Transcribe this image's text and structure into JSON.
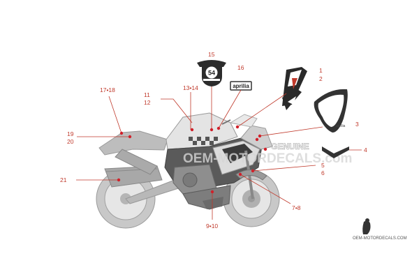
{
  "callouts": [
    {
      "id": "c1",
      "text": "1"
    },
    {
      "id": "c2",
      "text": "2"
    },
    {
      "id": "c3",
      "text": "3"
    },
    {
      "id": "c4",
      "text": "4"
    },
    {
      "id": "c5",
      "text": "5"
    },
    {
      "id": "c6",
      "text": "6"
    },
    {
      "id": "c78",
      "text": "7•8"
    },
    {
      "id": "c910",
      "text": "9•10"
    },
    {
      "id": "c11",
      "text": "11"
    },
    {
      "id": "c12",
      "text": "12"
    },
    {
      "id": "c1314",
      "text": "13•14"
    },
    {
      "id": "c15",
      "text": "15"
    },
    {
      "id": "c16",
      "text": "16"
    },
    {
      "id": "c1718",
      "text": "17•18"
    },
    {
      "id": "c19",
      "text": "19"
    },
    {
      "id": "c20",
      "text": "20"
    },
    {
      "id": "c21",
      "text": "21"
    }
  ],
  "decals": {
    "badge_number": "54",
    "brand_word": "aprilia",
    "side_text": "GENUINE"
  },
  "watermark": {
    "text": "OEM-MOTORDECALS.com",
    "footer": "OEM-MOTORDECALS.COM"
  },
  "colors": {
    "callout": "#c0392b",
    "dot": "#d0202a",
    "bike_gray": "#c9c9c9",
    "decal_dark": "#333333"
  }
}
